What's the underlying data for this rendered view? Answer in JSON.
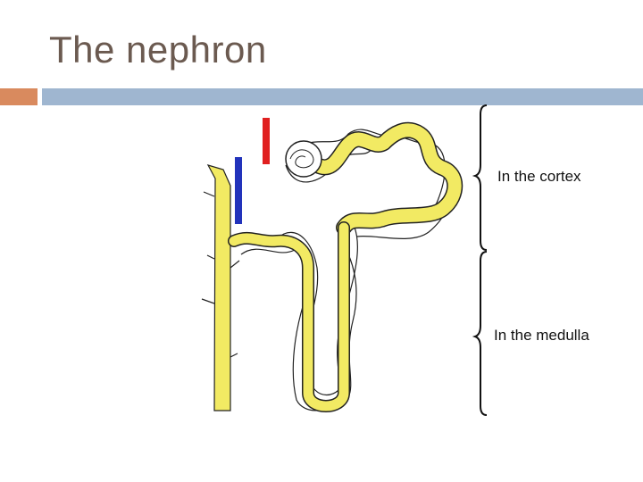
{
  "title": "The nephron",
  "accents": {
    "orange": "#d98a5e",
    "blue": "#9fb6d0",
    "tubule": "#f2ea63",
    "artery": "#e02020",
    "vein": "#2233bb"
  },
  "labels": {
    "cortex": "In the cortex",
    "medulla": "In the medulla"
  }
}
